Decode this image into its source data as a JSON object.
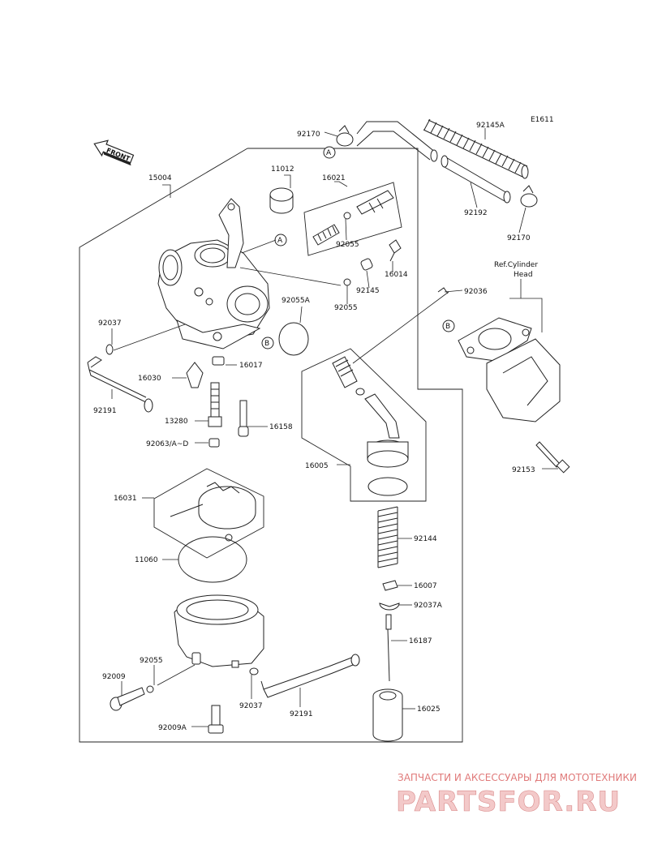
{
  "diagram": {
    "code": "E1611",
    "front_label": "FRONT",
    "ref_label_line1": "Ref.Cylinder",
    "ref_label_line2": "Head",
    "markers": {
      "A": "A",
      "B": "B"
    },
    "parts": {
      "p15004": "15004",
      "p11012": "11012",
      "p16021": "16021",
      "p92055_top": "92055",
      "p16014": "16014",
      "p92145": "92145",
      "p92055_mid": "92055",
      "p92055A": "92055A",
      "p92037_left": "92037",
      "p16017": "16017",
      "p16030": "16030",
      "p92191_left": "92191",
      "p13280": "13280",
      "p16158": "16158",
      "p92063": "92063/A~D",
      "p16031": "16031",
      "p11060": "11060",
      "p92055_bottom": "92055",
      "p92009": "92009",
      "p92037_bottom": "92037",
      "p92191_bottom": "92191",
      "p92009A": "92009A",
      "p92170_top": "92170",
      "p92145A": "92145A",
      "p92192": "92192",
      "p92170_right": "92170",
      "p92036": "92036",
      "p92153": "92153",
      "p16005": "16005",
      "p92144": "92144",
      "p16007": "16007",
      "p92037A": "92037A",
      "p16187": "16187",
      "p16025": "16025"
    }
  },
  "watermark": {
    "tagline": "ЗАПЧАСТИ И АКСЕССУАРЫ ДЛЯ МОТОТЕХНИКИ",
    "logo": "PARTSFOR.RU"
  }
}
